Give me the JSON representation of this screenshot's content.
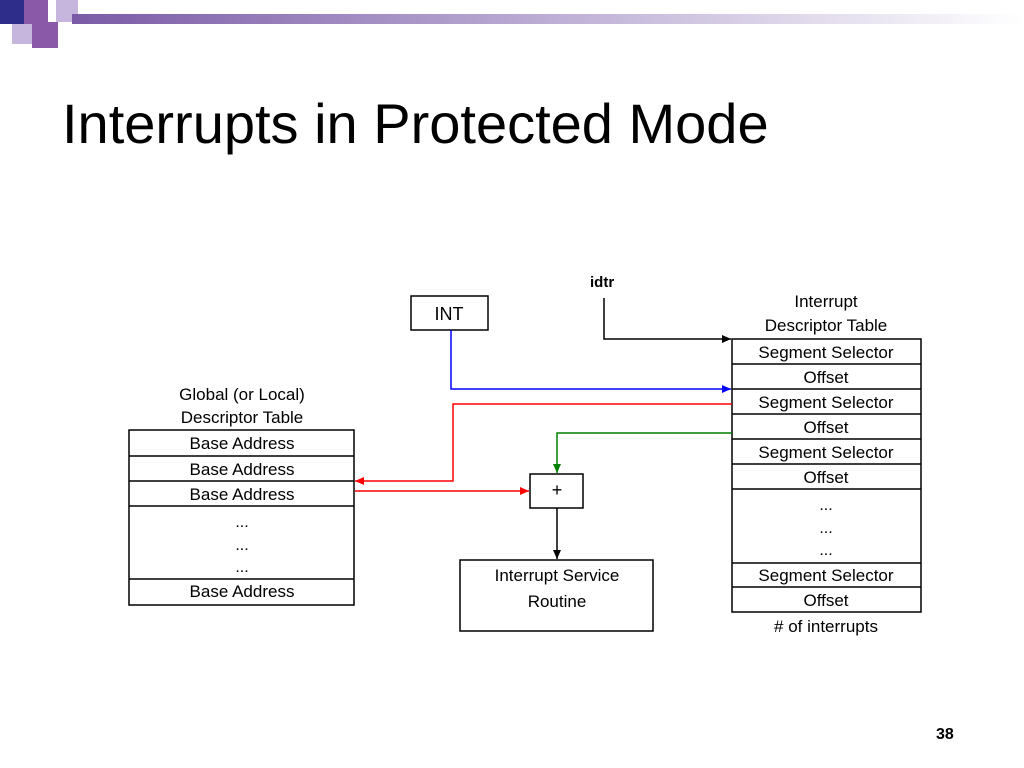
{
  "slide": {
    "title": "Interrupts in Protected Mode",
    "page_number": "38"
  },
  "theme": {
    "accent_navy": "#2e2e8a",
    "accent_purple": "#8a5aa8",
    "accent_lavender": "#c6b6de",
    "arrow_blue": "#0000ff",
    "arrow_red": "#ff0000",
    "arrow_green": "#008000"
  },
  "diagram": {
    "int_label": "INT",
    "idtr_label": "idtr",
    "plus_label": "+",
    "isr": {
      "line1": "Interrupt Service",
      "line2": "Routine"
    },
    "gdt": {
      "title_line1": "Global (or Local)",
      "title_line2": "Descriptor Table",
      "rows": [
        "Base Address",
        "Base Address",
        "Base Address",
        "...",
        "...",
        "...",
        "Base Address"
      ]
    },
    "idt": {
      "title_line1": "Interrupt",
      "title_line2": "Descriptor Table",
      "rows": [
        "Segment Selector",
        "Offset",
        "Segment Selector",
        "Offset",
        "Segment Selector",
        "Offset",
        "...",
        "...",
        "...",
        "Segment Selector",
        "Offset"
      ],
      "footer": "# of interrupts"
    }
  }
}
